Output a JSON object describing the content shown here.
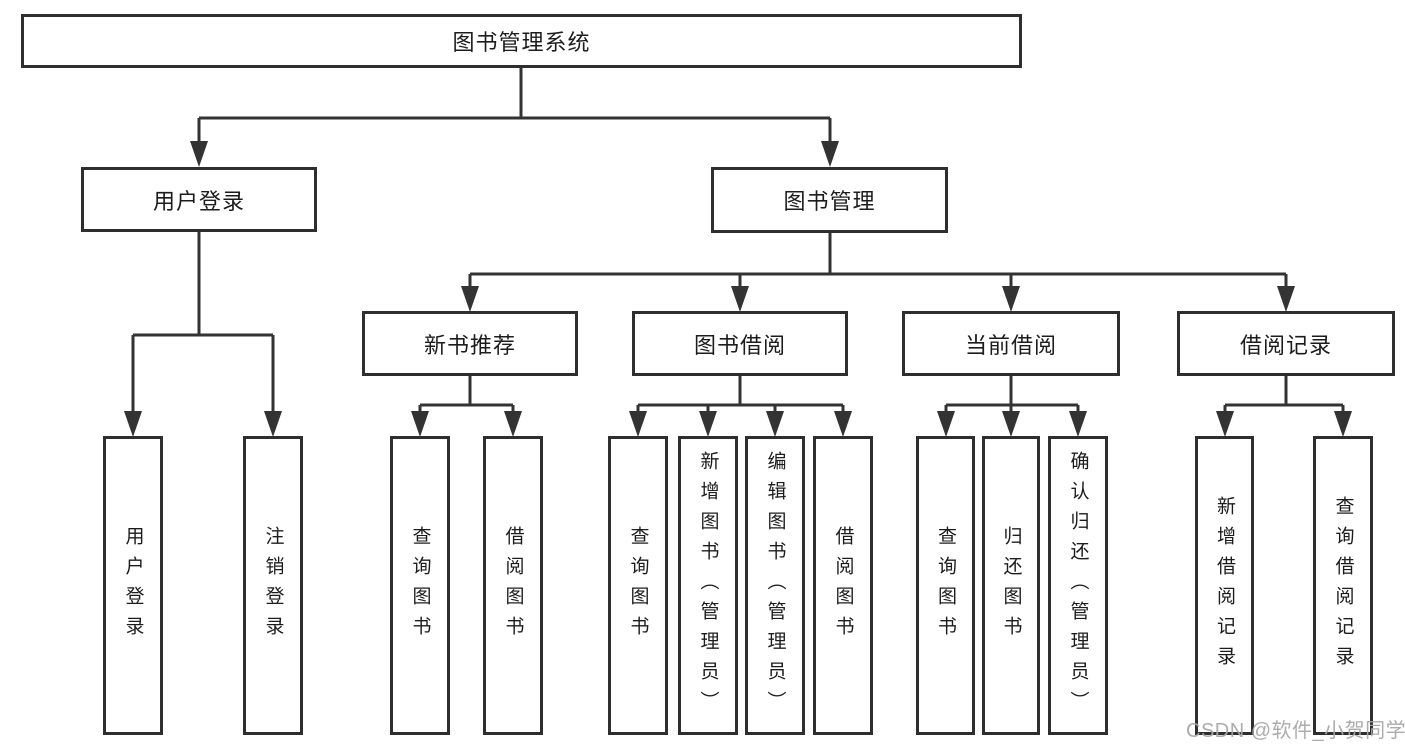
{
  "colors": {
    "line": "#333333",
    "box_border": "#2e2e2e",
    "text": "#1c1c1c",
    "watermark": "#a8a8a8",
    "background": "#ffffff"
  },
  "watermark": {
    "text": "CSDN @软件_小贺同学"
  },
  "tree": {
    "root": {
      "label": "图书管理系统"
    },
    "user_login": {
      "label": "用户登录",
      "children": [
        {
          "label": "用户登录"
        },
        {
          "label": "注销登录"
        }
      ]
    },
    "book_management": {
      "label": "图书管理",
      "children": [
        {
          "label": "新书推荐",
          "children": [
            {
              "label": "查询图书"
            },
            {
              "label": "借阅图书"
            }
          ]
        },
        {
          "label": "图书借阅",
          "children": [
            {
              "label": "查询图书"
            },
            {
              "label": "新增图书（管理员）"
            },
            {
              "label": "编辑图书（管理员）"
            },
            {
              "label": "借阅图书"
            }
          ]
        },
        {
          "label": "当前借阅",
          "children": [
            {
              "label": "查询图书"
            },
            {
              "label": "归还图书"
            },
            {
              "label": "确认归还（管理员）"
            }
          ]
        },
        {
          "label": "借阅记录",
          "children": [
            {
              "label": "新增借阅记录"
            },
            {
              "label": "查询借阅记录"
            }
          ]
        }
      ]
    }
  }
}
